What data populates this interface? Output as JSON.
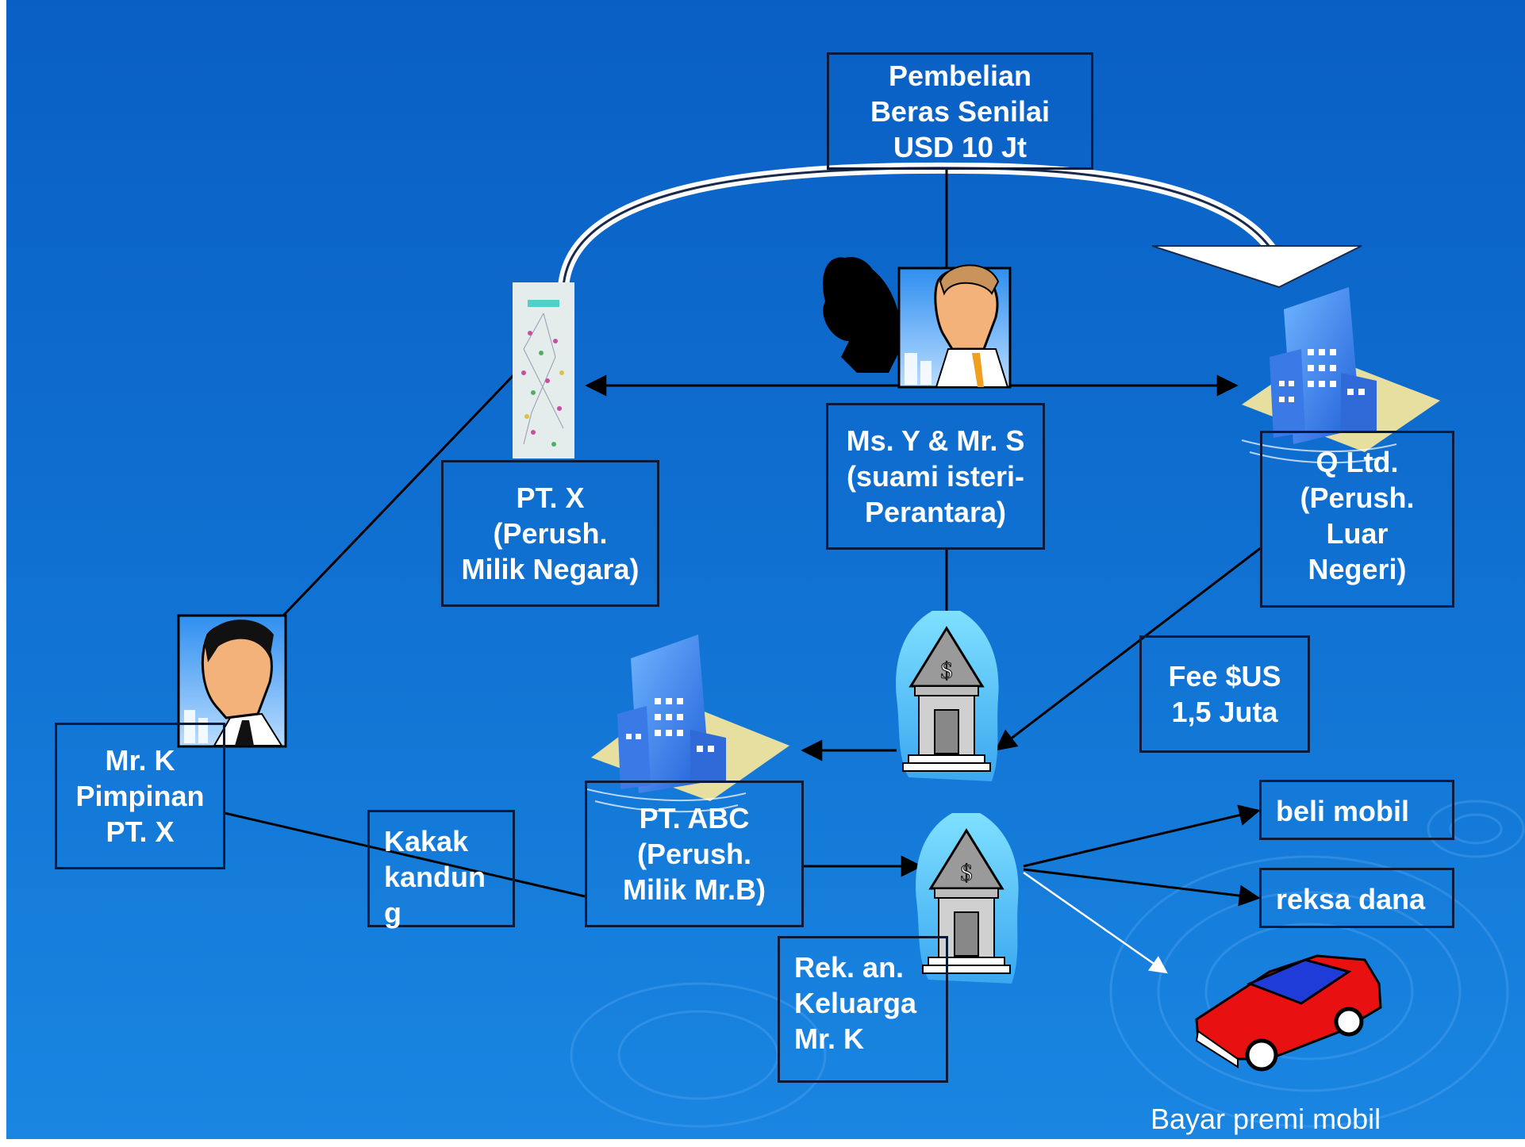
{
  "nodes": {
    "purchase": "Pembelian\nBeras Senilai\nUSD 10 Jt",
    "pt_x": "PT. X\n(Perush.\nMilik Negara)",
    "intermediary": "Ms. Y & Mr. S\n(suami isteri-\nPerantara)",
    "q_ltd": "Q Ltd.\n(Perush.\nLuar\nNegeri)",
    "mr_k": "Mr. K\nPimpinan\nPT. X",
    "fee": "Fee $US\n1,5 Juta",
    "pt_abc": "PT. ABC\n(Perush.\nMilik Mr.B)",
    "sibling": "Kakak\nkandun\ng",
    "family_account": "Rek. an.\nKeluarga\nMr. K",
    "buy_car": "beli mobil",
    "mutual_fund": "reksa dana"
  },
  "caption": "Bayar premi mobil",
  "icons": {
    "bank_symbol": "$"
  },
  "colors": {
    "background": "#0f6fd0",
    "box_border": "#0a1a3a",
    "text": "#ffffff",
    "car": "#e81010"
  }
}
